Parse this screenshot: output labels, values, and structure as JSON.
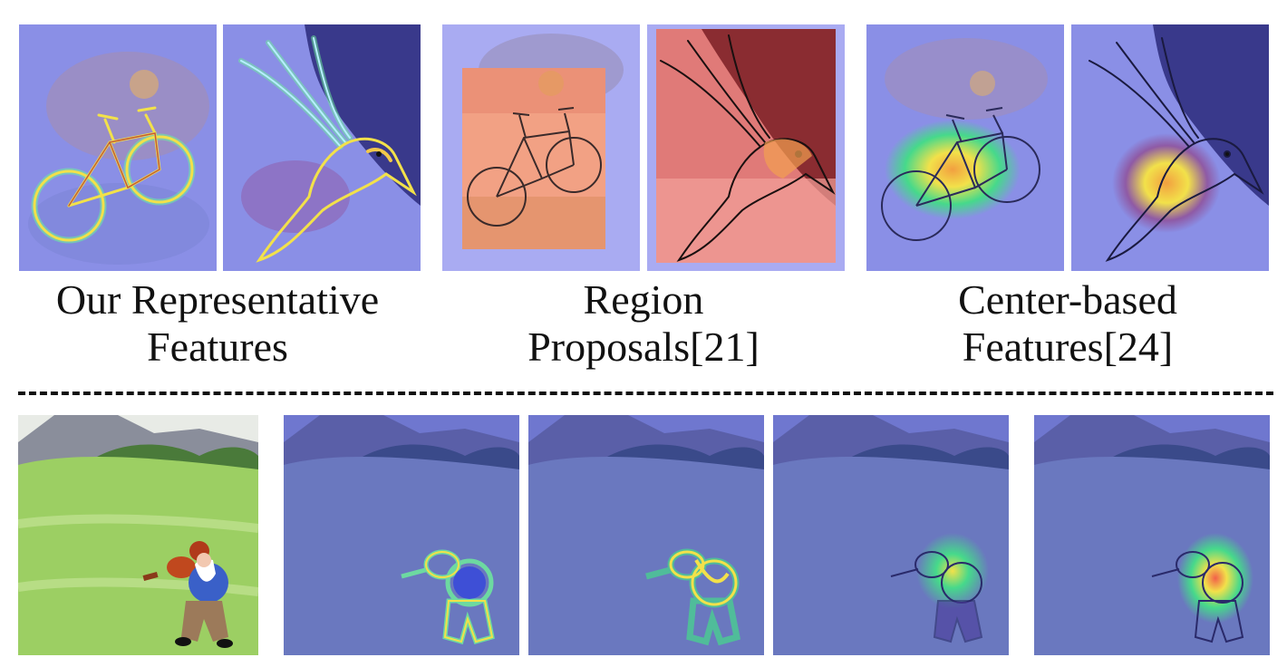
{
  "figure": {
    "captions": [
      {
        "line1": "Our Representative",
        "line2": "Features"
      },
      {
        "line1": "Region",
        "line2": "Proposals[21]"
      },
      {
        "line1": "Center-based",
        "line2": "Features[24]"
      }
    ]
  },
  "colors": {
    "overlay_blue": "#7f86e8",
    "proposal_orange": "#f2a184",
    "proposal_red": "#c23a3a",
    "heat_yellow": "#f2e14a",
    "heat_green": "#46d98b",
    "grass_green": "#9ccf63",
    "mountain_gray": "#8a8e9b"
  },
  "icons": {
    "bicycle": "bicycle-sketch",
    "hummingbird": "hummingbird-sketch",
    "guitarist": "old-man-with-guitar"
  }
}
